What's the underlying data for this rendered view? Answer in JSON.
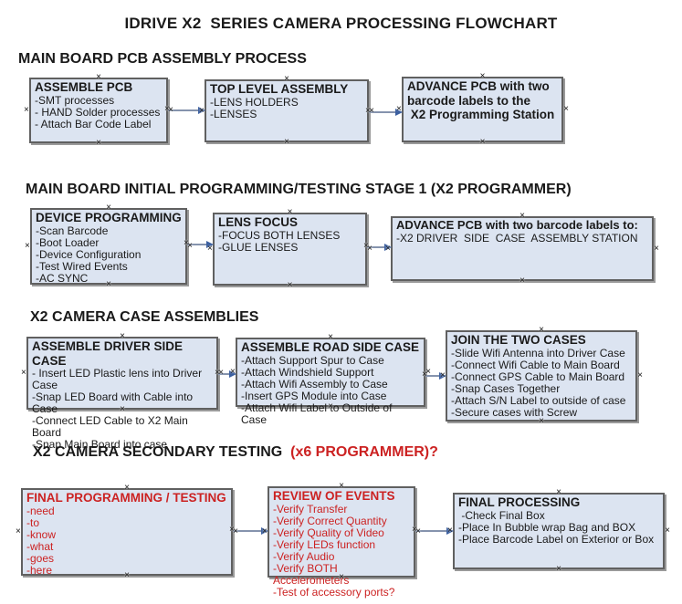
{
  "title": "IDRIVE X2  SERIES CAMERA PROCESSING FLOWCHART",
  "colors": {
    "box_fill": "#dce4f1",
    "box_border": "#606060",
    "arrow_line": "#8593ad",
    "arrow_head": "#3b5fa0",
    "accent_red": "#cc2222",
    "text_black": "#1a1a1a"
  },
  "icons": {
    "connection_point": "×",
    "arrow_head": "right-triangle"
  },
  "sections": [
    {
      "heading": "MAIN BOARD PCB ASSEMBLY PROCESS",
      "heading_accent": "",
      "boxes": [
        {
          "title": "ASSEMBLE PCB",
          "lines": [
            "-SMT processes",
            "- HAND Solder processes",
            "- Attach Bar Code Label"
          ],
          "text_color": "#1a1a1a"
        },
        {
          "title": "TOP LEVEL ASSEMBLY",
          "lines": [
            "-LENS HOLDERS",
            "-LENSES"
          ],
          "text_color": "#1a1a1a"
        },
        {
          "title": "ADVANCE PCB with two\nbarcode labels to the\n X2 Programming Station",
          "lines": [],
          "text_color": "#1a1a1a"
        }
      ]
    },
    {
      "heading": "MAIN BOARD INITIAL PROGRAMMING/TESTING STAGE 1 (X2 PROGRAMMER)",
      "heading_accent": "",
      "boxes": [
        {
          "title": "DEVICE PROGRAMMING",
          "lines": [
            "-Scan Barcode",
            "-Boot Loader",
            "-Device Configuration",
            "-Test Wired Events",
            "-AC SYNC"
          ],
          "text_color": "#1a1a1a"
        },
        {
          "title": "LENS FOCUS",
          "lines": [
            "-FOCUS BOTH LENSES",
            "-GLUE LENSES"
          ],
          "text_color": "#1a1a1a"
        },
        {
          "title": "ADVANCE PCB with two barcode labels to:",
          "lines": [
            "-X2 DRIVER  SIDE  CASE  ASSEMBLY STATION"
          ],
          "text_color": "#1a1a1a"
        }
      ]
    },
    {
      "heading": "X2 CAMERA CASE ASSEMBLIES",
      "heading_accent": "",
      "boxes": [
        {
          "title": "ASSEMBLE DRIVER SIDE CASE",
          "lines": [
            "- Insert LED Plastic lens into Driver Case",
            "-Snap LED Board with Cable into Case",
            "-Connect LED Cable to X2 Main Board",
            "-Snap Main Board into case"
          ],
          "text_color": "#1a1a1a"
        },
        {
          "title": "ASSEMBLE ROAD SIDE CASE",
          "lines": [
            "-Attach Support Spur to Case",
            "-Attach Windshield Support",
            "-Attach Wifi Assembly to Case",
            "-Insert GPS Module into Case",
            "-Attach Wifi Label to Outside of Case"
          ],
          "text_color": "#1a1a1a"
        },
        {
          "title": "JOIN THE TWO CASES",
          "lines": [
            "-Slide Wifi Antenna into Driver Case",
            "-Connect Wifi Cable to Main Board",
            "-Connect GPS Cable to Main Board",
            "-Snap Cases Together",
            "-Attach S/N Label to outside of case",
            "-Secure cases with Screw"
          ],
          "text_color": "#1a1a1a"
        }
      ]
    },
    {
      "heading": "X2 CAMERA SECONDARY TESTING  ",
      "heading_accent": "(x6 PROGRAMMER)?",
      "heading_accent_color": "#cc2222",
      "boxes": [
        {
          "title": "FINAL PROGRAMMING / TESTING",
          "lines": [
            "-need",
            "-to",
            "-know",
            "-what",
            "-goes",
            "-here"
          ],
          "text_color": "#cc2222"
        },
        {
          "title": "REVIEW OF EVENTS",
          "lines": [
            "-Verify Transfer",
            "-Verify Correct Quantity",
            "-Verify Quality of Video",
            "-Verify LEDs function",
            "-Verify Audio",
            "-Verify BOTH Accelerometers",
            "-Test of accessory ports?"
          ],
          "text_color": "#cc2222"
        },
        {
          "title": "FINAL PROCESSING",
          "lines": [
            " -Check Final Box",
            "-Place In Bubble wrap Bag and BOX",
            "-Place Barcode Label on Exterior or Box"
          ],
          "text_color": "#1a1a1a"
        }
      ]
    }
  ]
}
